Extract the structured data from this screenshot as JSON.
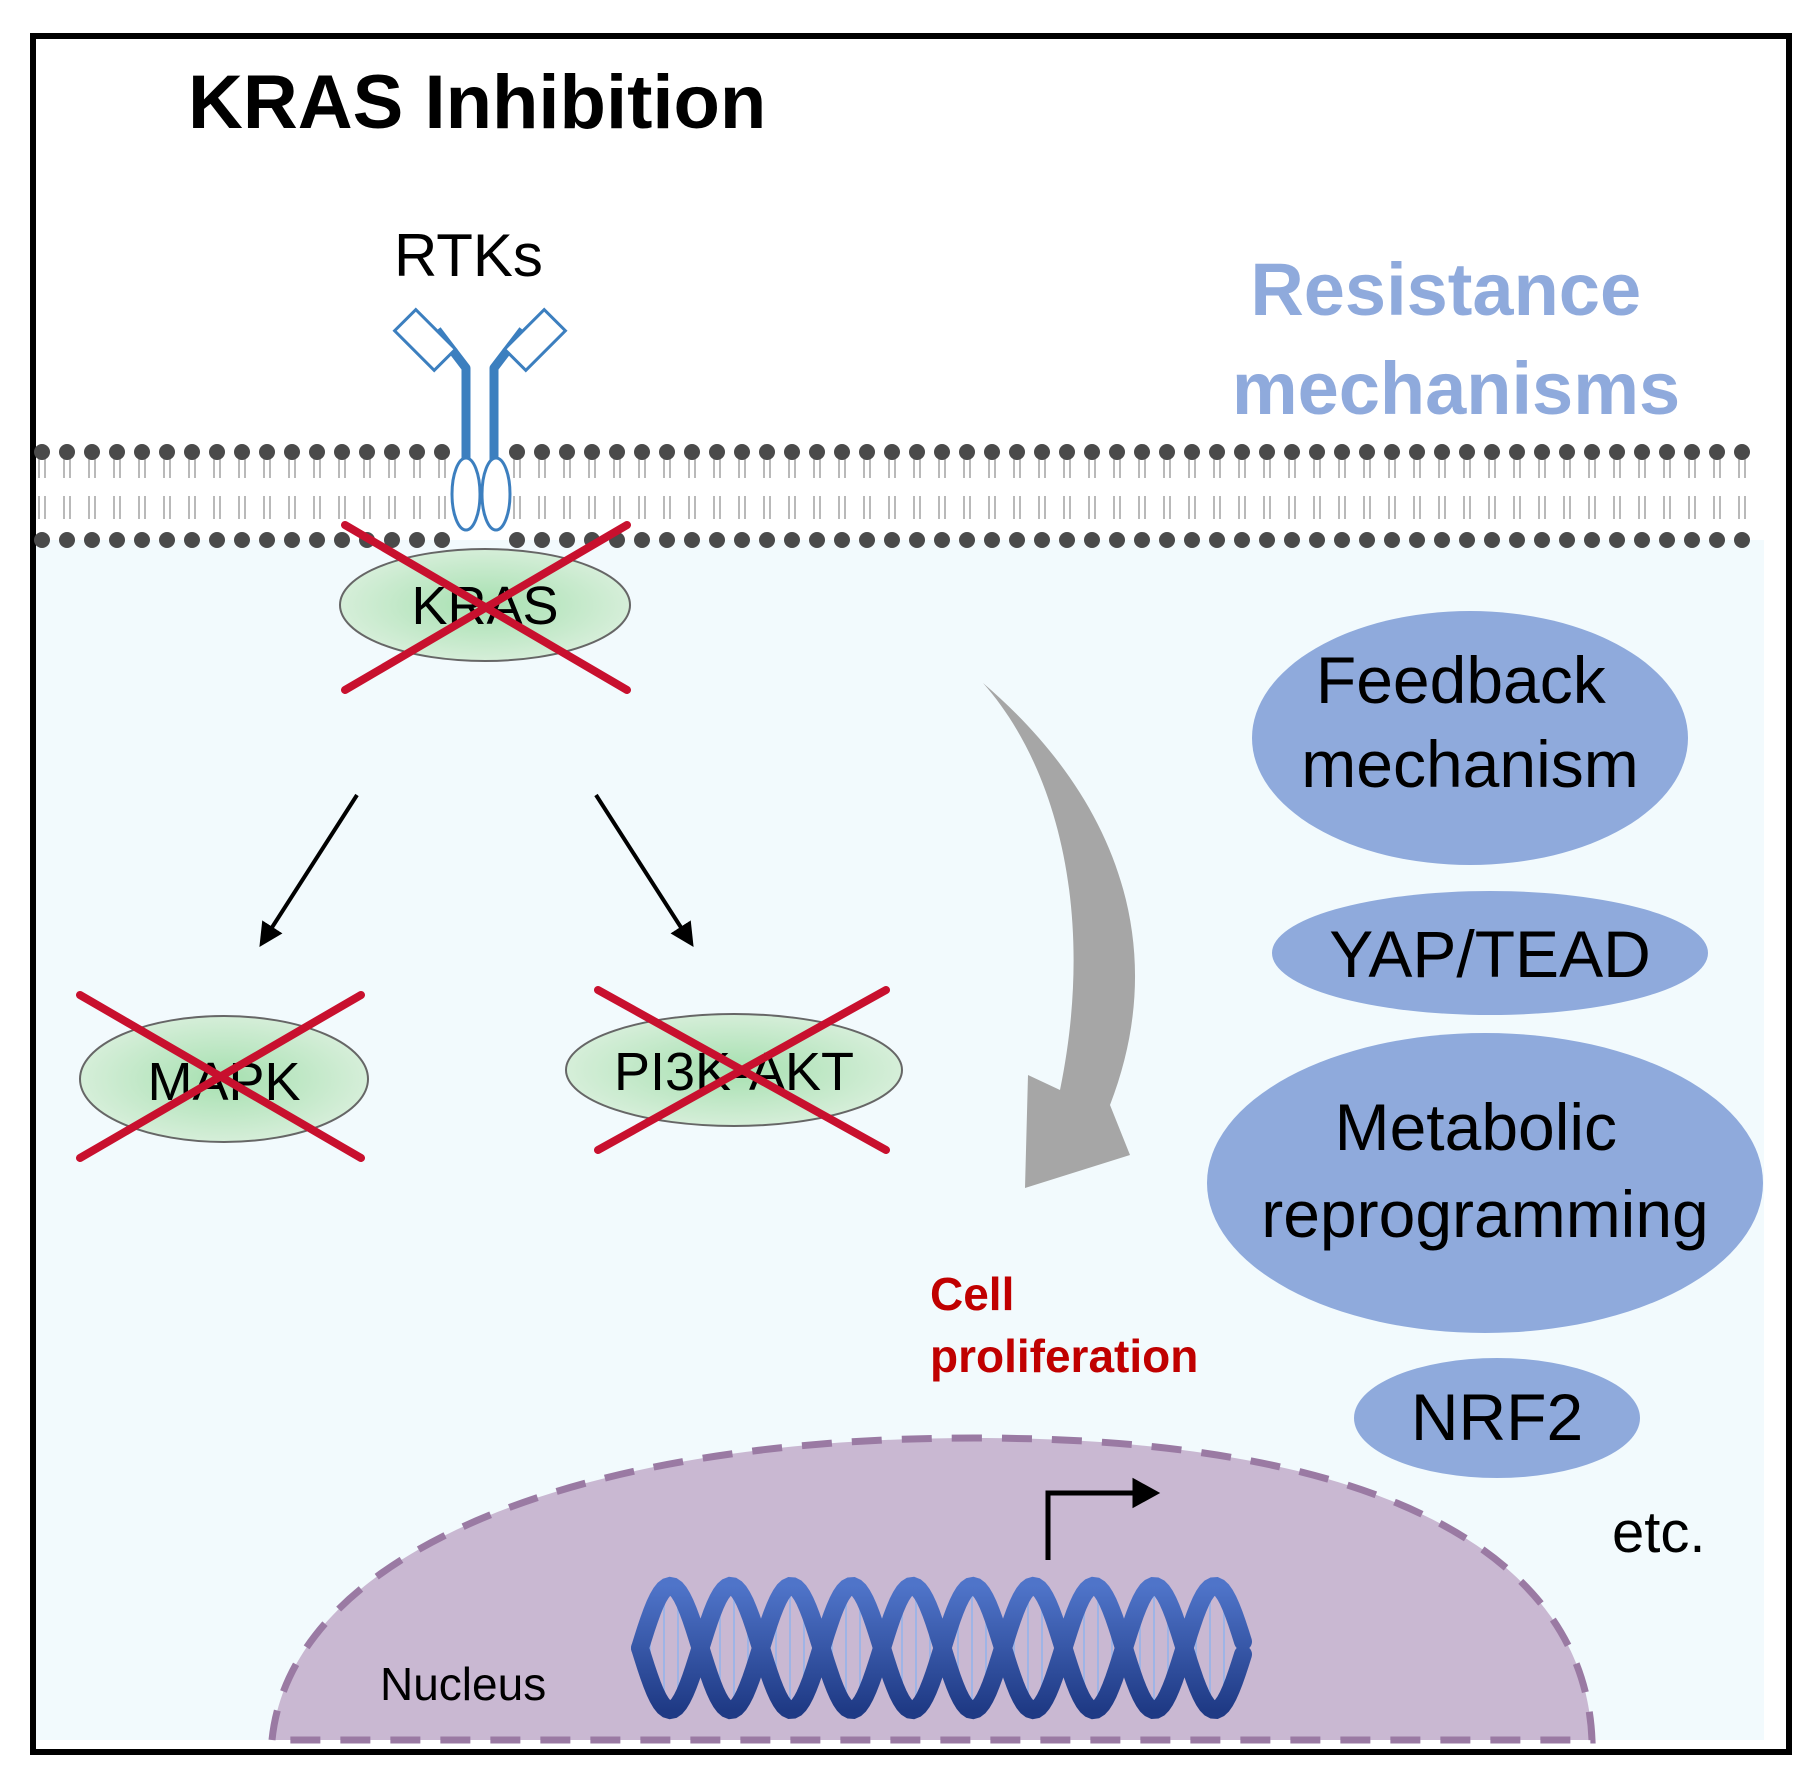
{
  "title": "KRAS Inhibition",
  "receptor": {
    "label": "RTKs"
  },
  "resistance": {
    "heading_line1": "Resistance",
    "heading_line2": "mechanisms",
    "mechanisms": [
      {
        "lines": [
          "Feedback",
          "mechanism"
        ]
      },
      {
        "lines": [
          "YAP/TEAD"
        ]
      },
      {
        "lines": [
          "Metabolic",
          "reprogramming"
        ]
      },
      {
        "lines": [
          "NRF2"
        ]
      }
    ],
    "more": "etc."
  },
  "signaling": {
    "kras": "KRAS",
    "mapk": "MAPK",
    "pi3k_akt": "PI3K-AKT"
  },
  "outcome": {
    "line1": "Cell",
    "line2": "proliferation"
  },
  "nucleus": {
    "label": "Nucleus"
  },
  "colors": {
    "cytoplasm": "#f2fafd",
    "membrane_head": "#4a4a4a",
    "membrane_tail": "#b9b9b9",
    "receptor": "#3c7fbf",
    "node_fill": "#bfe5c4",
    "inhibition_cross": "#c8102e",
    "resistance_text": "#8faadc",
    "mechanism_fill": "#8faadc",
    "flow_arrow": "#a6a6a6",
    "proliferation_text": "#c00000",
    "nucleus_fill": "#c9b8d2",
    "nucleus_border": "#9a7aa3",
    "dna": "#2f4fa1"
  }
}
